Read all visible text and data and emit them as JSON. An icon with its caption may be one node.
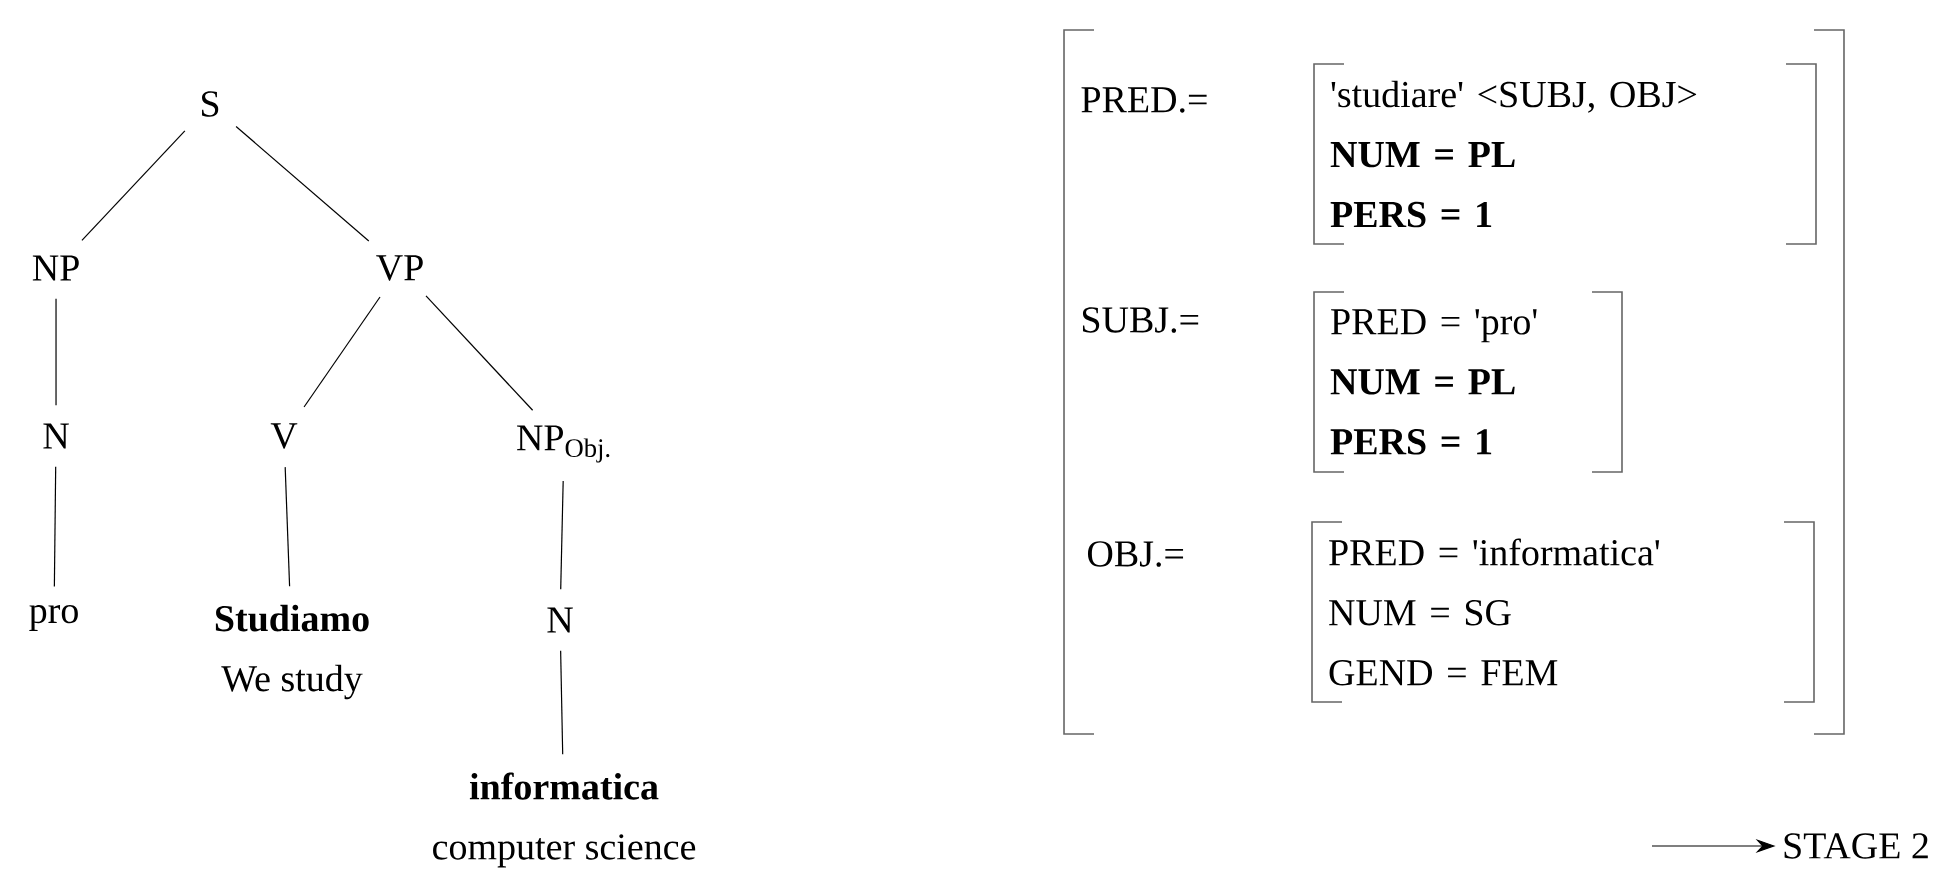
{
  "diagram": {
    "nodes": [
      {
        "text": [
          "S"
        ]
      },
      {
        "text": [
          "NP"
        ]
      },
      {
        "text": [
          "VP"
        ]
      },
      {
        "text": [
          "N"
        ]
      },
      {
        "text": [
          "V"
        ]
      },
      {
        "text": [
          "NP$_{Obj.}$"
        ]
      },
      {
        "text": [
          "pro"
        ]
      },
      {
        "text": [
          "Studiamo",
          "We study"
        ]
      },
      {
        "text": [
          "N"
        ]
      },
      {
        "text": [
          "informatica",
          "computer science"
        ]
      },
      {
        "text": [
          "PRED.=",
          "SUBJ.=",
          "OBJ.="
        ]
      },
      {
        "text": [
          "'studiare' <SUBJ, OBJ>",
          "NUM = PL",
          "PERS = 1"
        ],
        "in": 10
      },
      {
        "text": [
          "PRED = 'pro'",
          "NUM = PL",
          "PERS = 1"
        ],
        "in": 10
      },
      {
        "text": [
          "PRED = 'informatica'",
          "NUM = SG",
          "GEND = FEM"
        ],
        "in": 10
      },
      {
        "text": [
          "STAGE 2"
        ]
      }
    ],
    "edges": [
      {
        "from": 0,
        "to": 1,
        "arrow": "none"
      },
      {
        "from": 0,
        "to": 2,
        "arrow": "none"
      },
      {
        "from": 1,
        "to": 3,
        "arrow": "none"
      },
      {
        "from": 2,
        "to": 4,
        "arrow": "none"
      },
      {
        "from": 2,
        "to": 5,
        "arrow": "none"
      },
      {
        "from": 3,
        "to": 6,
        "arrow": "none"
      },
      {
        "from": 4,
        "to": 7,
        "arrow": "none"
      },
      {
        "from": 5,
        "to": 8,
        "arrow": "none"
      },
      {
        "from": 8,
        "to": 9,
        "arrow": "none"
      },
      {
        "from": null,
        "to": 14,
        "arrow": "to"
      }
    ]
  }
}
